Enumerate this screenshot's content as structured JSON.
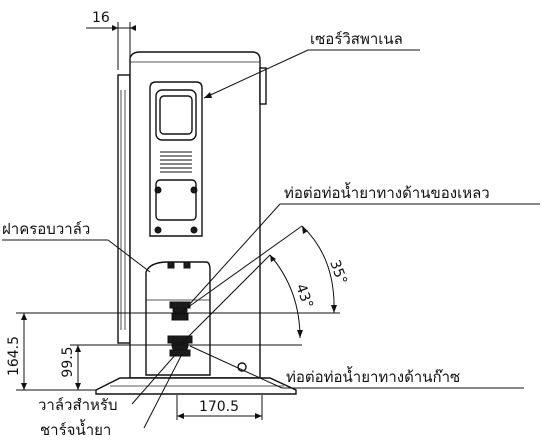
{
  "labels": {
    "service_panel": "เซอร์วิสพาเนล",
    "liquid_pipe_connection": "ท่อต่อท่อน้ำยาทางด้านของเหลว",
    "valve_cover": "ฝาครอบวาล์ว",
    "gas_pipe_connection": "ท่อต่อท่อน้ำยาทางด้านก๊าซ",
    "charging_valve_line1": "วาล์วสำหรับ",
    "charging_valve_line2": "ชาร์จน้ำยา"
  },
  "dimensions": {
    "top_offset": "16",
    "height_upper": "164.5",
    "height_lower": "99.5",
    "width_bottom": "170.5",
    "angle_outer": "35°",
    "angle_inner": "43°"
  }
}
